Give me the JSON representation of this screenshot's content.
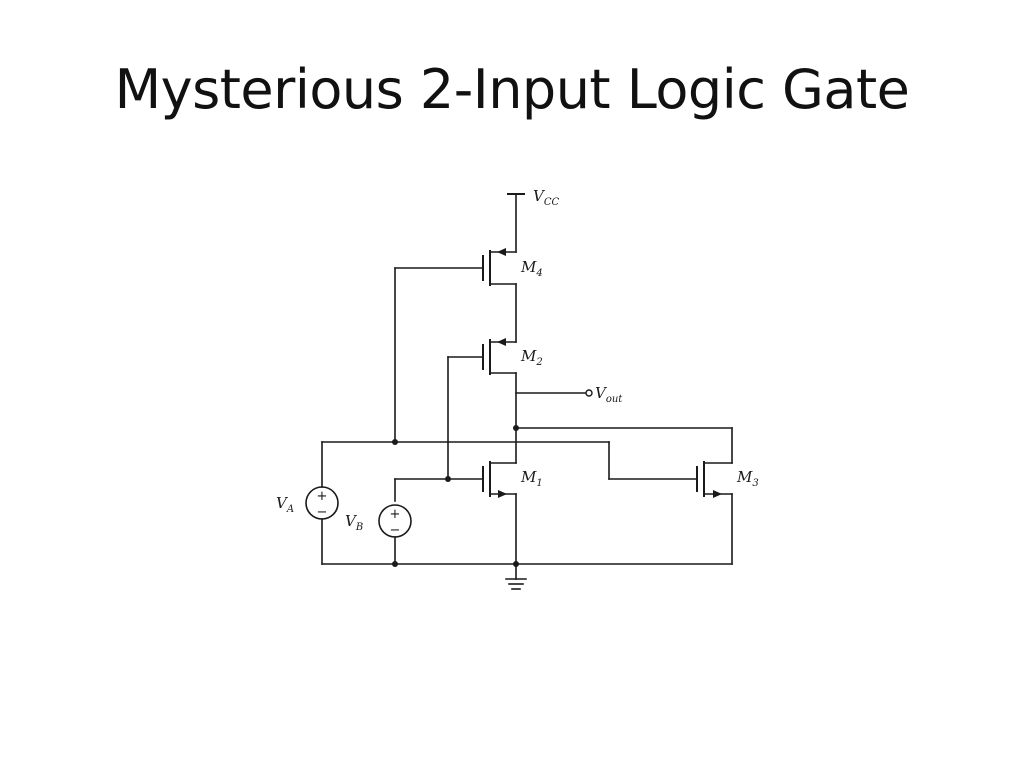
{
  "slide": {
    "title": "Mysterious 2-Input Logic Gate"
  },
  "circuit": {
    "supply": {
      "name": "V",
      "sub": "CC"
    },
    "output": {
      "name": "V",
      "sub": "out"
    },
    "transistors": [
      {
        "name": "M",
        "sub": "4"
      },
      {
        "name": "M",
        "sub": "2"
      },
      {
        "name": "M",
        "sub": "1"
      },
      {
        "name": "M",
        "sub": "3"
      }
    ],
    "sources": [
      {
        "name": "V",
        "sub": "A",
        "plus": "+",
        "minus": "−"
      },
      {
        "name": "V",
        "sub": "B",
        "plus": "+",
        "minus": "−"
      }
    ]
  }
}
